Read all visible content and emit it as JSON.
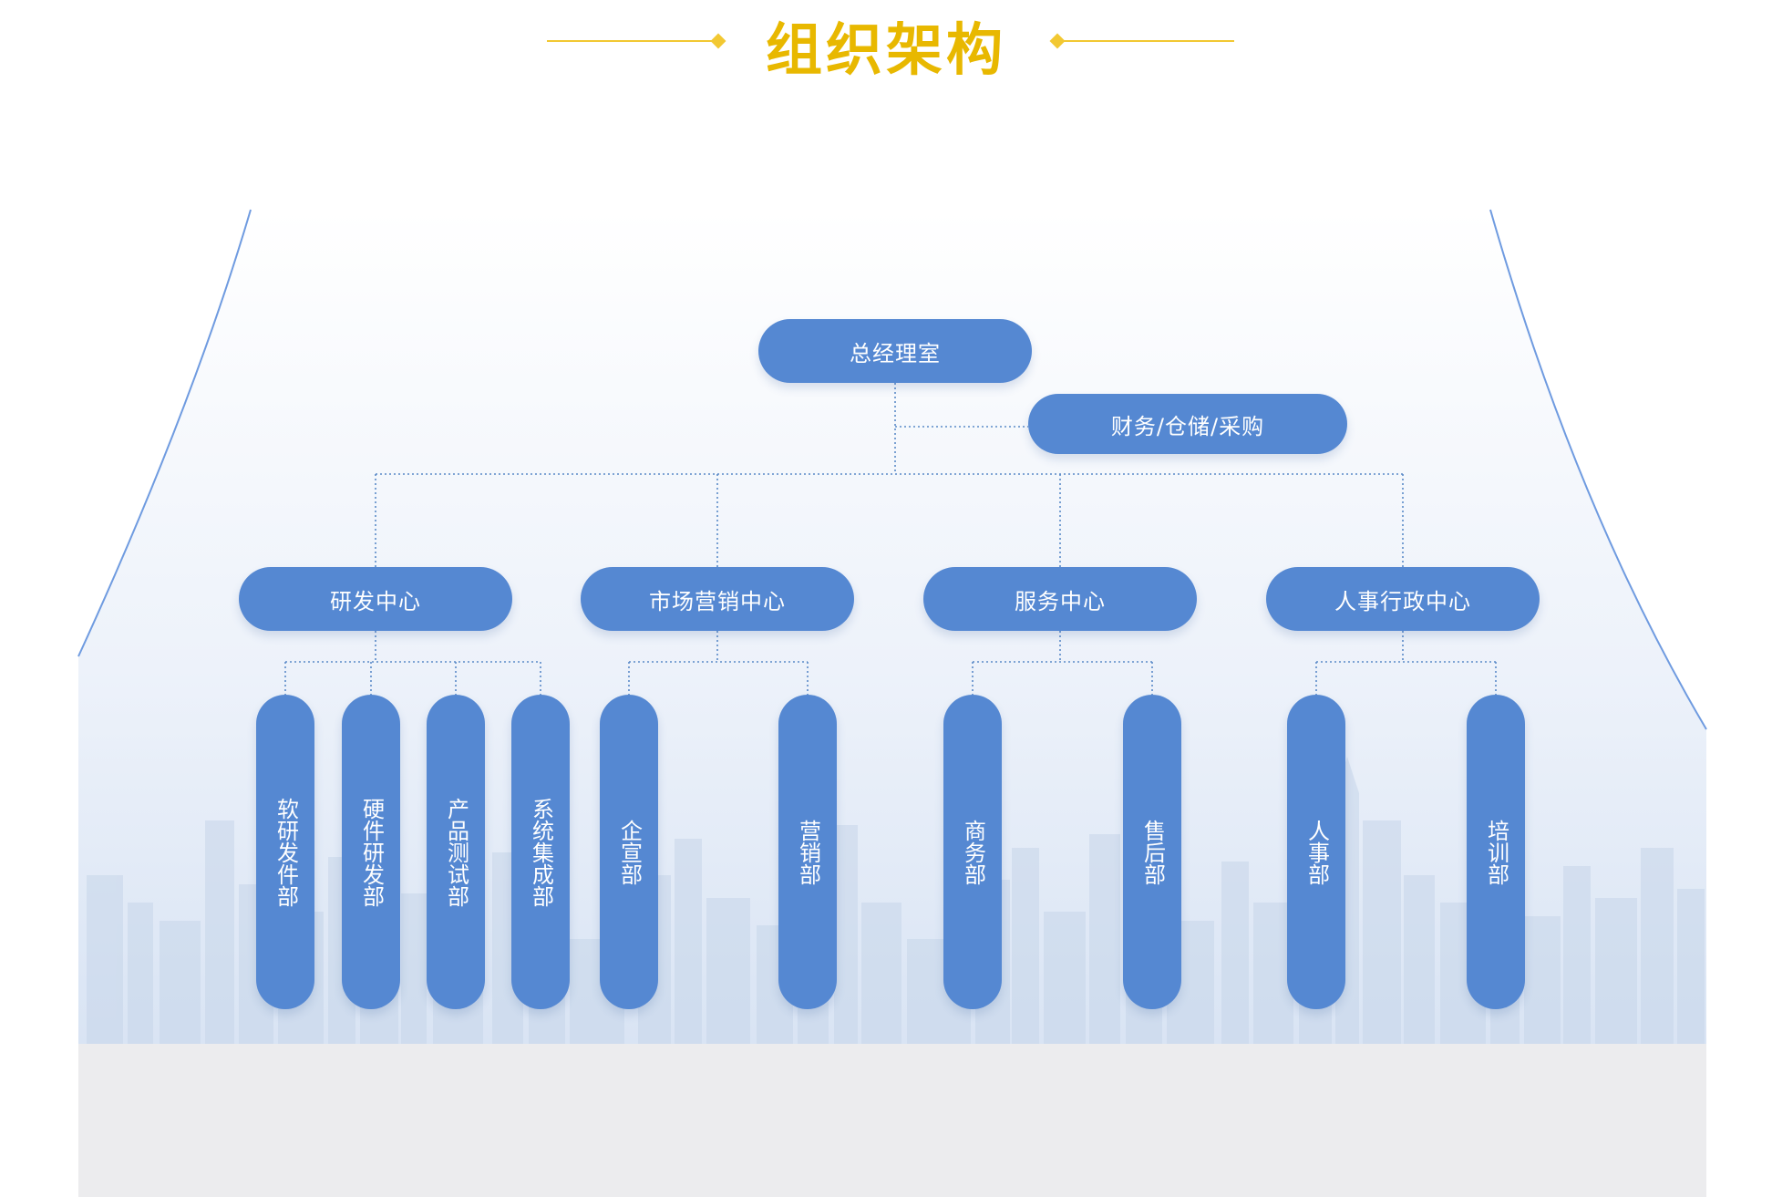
{
  "title": "组织架构",
  "colors": {
    "title": "#e8b800",
    "title_line": "#f2c832",
    "node": "#5588d2",
    "connector": "#5a8ac8",
    "sky_top": "#ffffff",
    "sky_bottom": "#d9e4f4",
    "arc": "#6f9be0",
    "city": "#c7d6ea",
    "ground": "#ececee"
  },
  "org": {
    "root": "总经理室",
    "side": "财务/仓储/采购",
    "centers": [
      {
        "name": "研发中心",
        "departments": [
          "软研发件部",
          "硬件研发部",
          "产品测试部",
          "系统集成部"
        ]
      },
      {
        "name": "市场营销中心",
        "departments": [
          "企宣部",
          "营销部"
        ]
      },
      {
        "name": "服务中心",
        "departments": [
          "商务部",
          "售后部"
        ]
      },
      {
        "name": "人事行政中心",
        "departments": [
          "人事部",
          "培训部"
        ]
      }
    ]
  }
}
